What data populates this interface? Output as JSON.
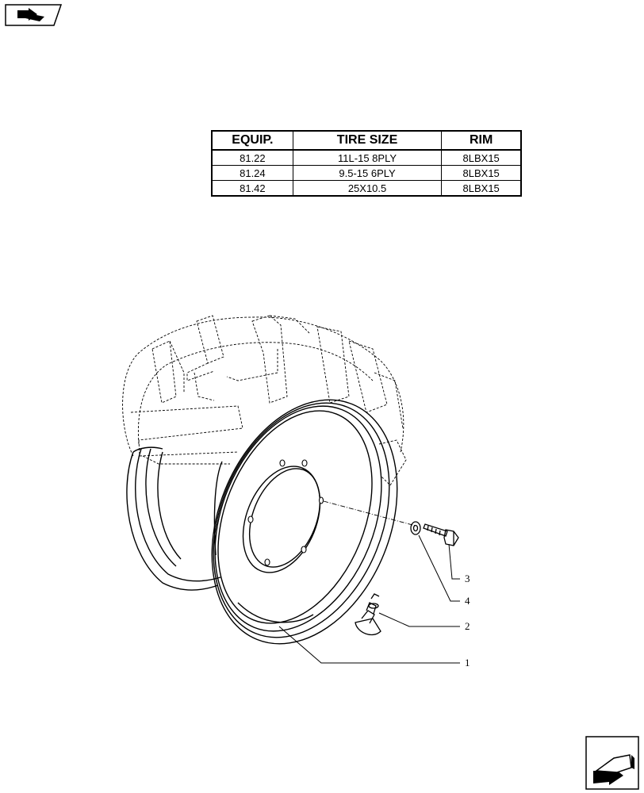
{
  "spec_table": {
    "headers": [
      "EQUIP.",
      "TIRE SIZE",
      "RIM"
    ],
    "rows": [
      [
        "81.22",
        "11L-15 8PLY",
        "8LBX15"
      ],
      [
        "81.24",
        "9.5-15 6PLY",
        "8LBX15"
      ],
      [
        "81.42",
        "25X10.5",
        "8LBX15"
      ]
    ]
  },
  "callouts": [
    "1",
    "2",
    "3",
    "4"
  ],
  "icons": {
    "top_left": "back-tab-icon",
    "bottom_right": "next-page-arrow-icon"
  }
}
